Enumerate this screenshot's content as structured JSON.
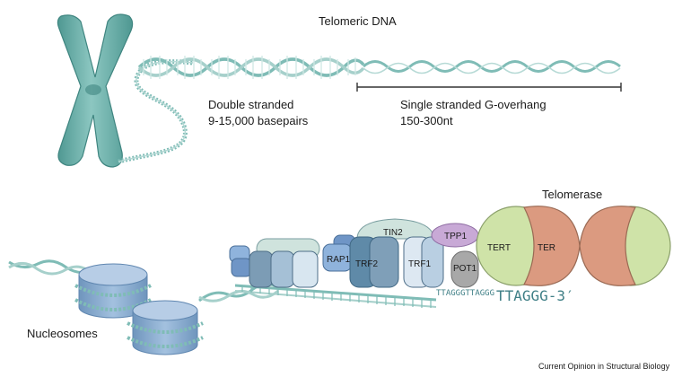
{
  "title": "Telomeric DNA",
  "double_strand": {
    "line1": "Double stranded",
    "line2": "9-15,000 basepairs"
  },
  "single_strand": {
    "line1": "Single stranded G-overhang",
    "line2": "150-300nt"
  },
  "telomerase": {
    "title": "Telomerase",
    "tert": "TERT",
    "ter": "TER"
  },
  "proteins": {
    "tin2": "TIN2",
    "tpp1": "TPP1",
    "rap1": "RAP1",
    "trf2": "TRF2",
    "trf1": "TRF1",
    "pot1": "POT1"
  },
  "sequence": {
    "small": "TTAGGGTTAGGG",
    "large": "TTAGGG-3′"
  },
  "nucleosomes": "Nucleosomes",
  "credit": "Current Opinion in Structural Biology",
  "colors": {
    "chromosome": "#6fb3ad",
    "dna": "#7fbcb6",
    "tert_green": "#cfe3a8",
    "ter_salmon": "#db9a80",
    "tpp1_purple": "#c8a9d6",
    "pot1_gray": "#a8a8a8",
    "protein_blue": "#8fb3c9",
    "tin2_teal": "#cfe3dd",
    "histone_blue": "#8fb1d4"
  }
}
